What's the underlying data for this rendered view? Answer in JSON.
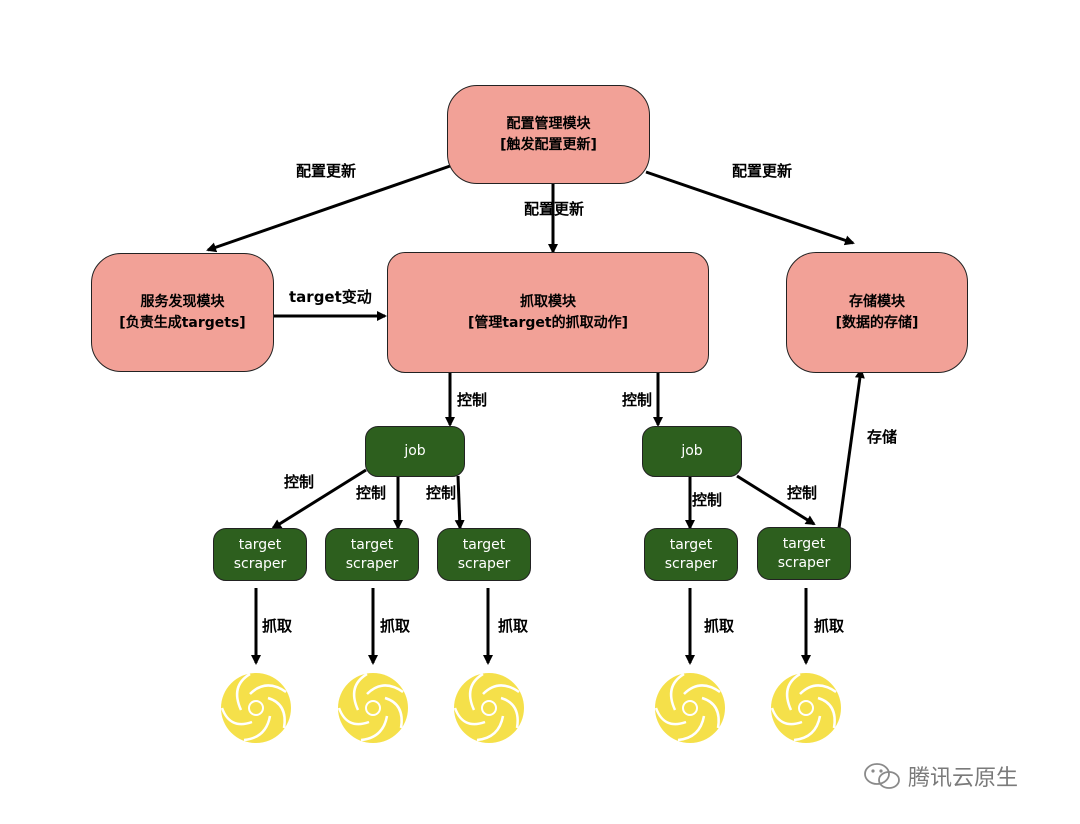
{
  "modules": {
    "config": {
      "line1": "配置管理模块",
      "line2": "[触发配置更新]"
    },
    "discovery": {
      "line1": "服务发现模块",
      "line2": "[负责生成targets]"
    },
    "scrape": {
      "line1": "抓取模块",
      "line2": "[管理target的抓取动作]"
    },
    "storage": {
      "line1": "存储模块",
      "line2": "[数据的存储]"
    }
  },
  "jobs": [
    {
      "label": "job"
    },
    {
      "label": "job"
    }
  ],
  "scrapers": [
    {
      "line1": "target",
      "line2": "scraper"
    },
    {
      "line1": "target",
      "line2": "scraper"
    },
    {
      "line1": "target",
      "line2": "scraper"
    },
    {
      "line1": "target",
      "line2": "scraper"
    },
    {
      "line1": "target",
      "line2": "scraper"
    }
  ],
  "edge_labels": {
    "config_to_discovery": "配置更新",
    "config_to_scrape": "配置更新",
    "config_to_storage": "配置更新",
    "target_change": "target变动",
    "control_job1": "控制",
    "control_job2": "控制",
    "control_s1": "控制",
    "control_s2": "控制",
    "control_s3": "控制",
    "control_s4": "控制",
    "control_s5": "控制",
    "store": "存储",
    "fetch1": "抓取",
    "fetch2": "抓取",
    "fetch3": "抓取",
    "fetch4": "抓取",
    "fetch5": "抓取"
  },
  "watermark": "腾讯云原生",
  "colors": {
    "module_fill": "#f2a197",
    "job_fill": "#2d5f1e",
    "target_icon": "#f5e04a"
  }
}
